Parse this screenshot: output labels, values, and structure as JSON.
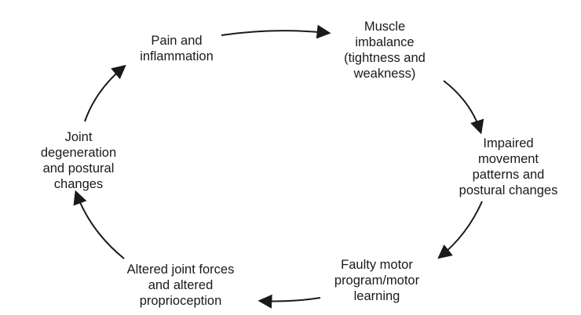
{
  "diagram": {
    "nodes": [
      {
        "id": "pain",
        "text": "Pain and\ninflammation"
      },
      {
        "id": "muscle",
        "text": "Muscle\nimbalance\n(tightness and\nweakness)"
      },
      {
        "id": "impaired",
        "text": "Impaired\nmovement\npatterns and\npostural changes"
      },
      {
        "id": "faulty",
        "text": "Faulty motor\nprogram/motor\nlearning"
      },
      {
        "id": "altered",
        "text": "Altered joint forces\nand altered\nproprioception"
      },
      {
        "id": "joint",
        "text": "Joint\ndegeneration\nand postural\nchanges"
      }
    ],
    "edges": [
      {
        "from": "pain",
        "to": "muscle"
      },
      {
        "from": "muscle",
        "to": "impaired"
      },
      {
        "from": "impaired",
        "to": "faulty"
      },
      {
        "from": "faulty",
        "to": "altered"
      },
      {
        "from": "altered",
        "to": "joint"
      },
      {
        "from": "joint",
        "to": "pain"
      }
    ],
    "arrow_color": "#1a1a1a",
    "text_color": "#1a1a1a"
  }
}
